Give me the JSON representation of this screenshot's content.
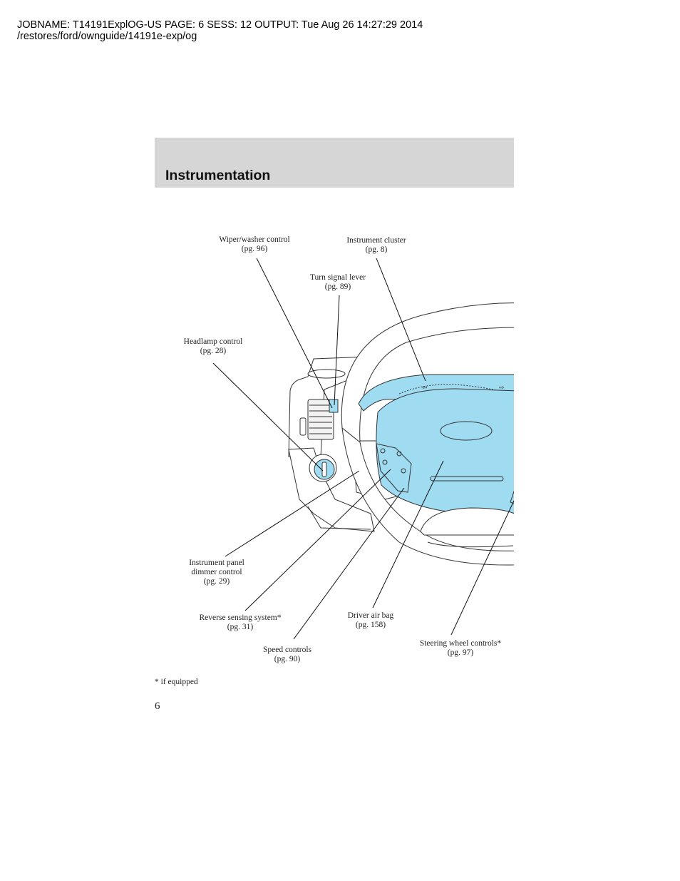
{
  "job": {
    "line1": "JOBNAME: T14191ExplOG-US  PAGE: 6  SESS: 12  OUTPUT: Tue Aug 26 14:27:29 2014",
    "line2": "/restores/ford/ownguide/14191e-exp/og"
  },
  "section": {
    "title": "Instrumentation"
  },
  "callouts": {
    "wiper": {
      "label": "Wiper/washer control",
      "page": "(pg. 96)"
    },
    "cluster": {
      "label": "Instrument cluster",
      "page": "(pg. 8)"
    },
    "turn": {
      "label": "Turn signal lever",
      "page": "(pg. 89)"
    },
    "headlamp": {
      "label": "Headlamp control",
      "page": "(pg. 28)"
    },
    "dimmer": {
      "label1": "Instrument panel",
      "label2": "dimmer control",
      "page": "(pg. 29)"
    },
    "reverse": {
      "label": "Reverse sensing system*",
      "page": "(pg. 31)"
    },
    "airbag": {
      "label": "Driver air bag",
      "page": "(pg. 158)"
    },
    "speed": {
      "label": "Speed controls",
      "page": "(pg. 90)"
    },
    "steering": {
      "label": "Steering wheel controls*",
      "page": "(pg. 97)"
    }
  },
  "footnote": "* if equipped",
  "page_number": "6",
  "colors": {
    "highlight": "#9fdcf2",
    "header_bg": "#d6d6d6",
    "line": "#111111"
  }
}
